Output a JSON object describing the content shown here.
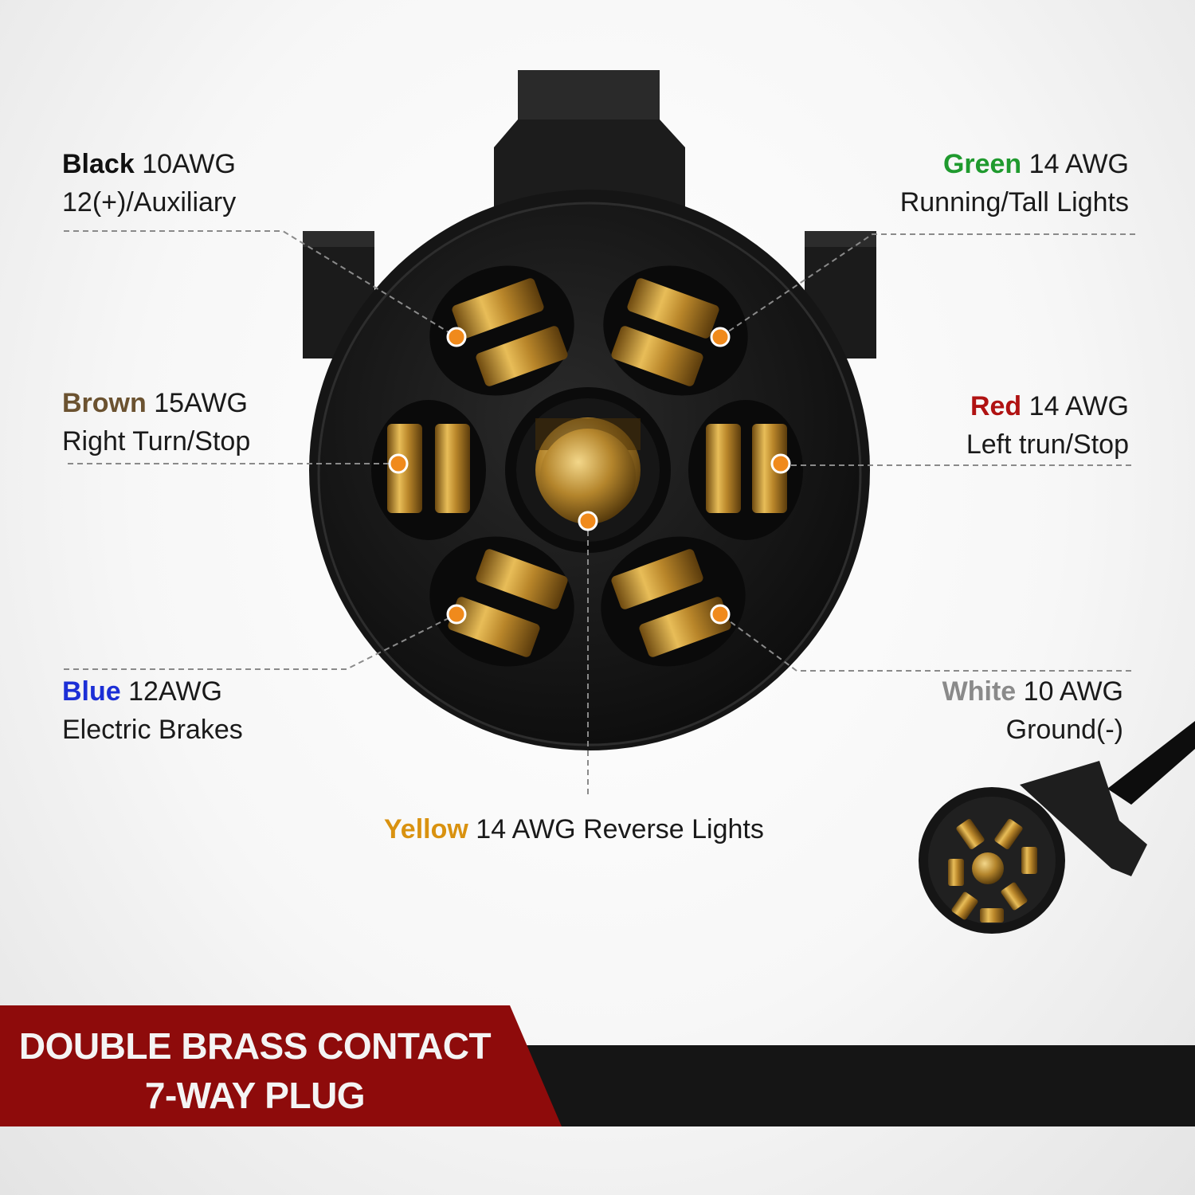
{
  "colors": {
    "black": "#111111",
    "green": "#1f9a2e",
    "brown": "#6b5230",
    "red": "#b01212",
    "blue": "#1c2fd6",
    "white": "#8a8a8a",
    "yellow": "#d99210",
    "banner_red": "#8e0b0b",
    "banner_dark": "#151515",
    "brass": "#c9962f",
    "marker": "#f08a1c"
  },
  "pins": [
    {
      "color_word": "Black",
      "gauge": "10AWG",
      "function": "12(+)/Auxiliary"
    },
    {
      "color_word": "Green",
      "gauge": "14 AWG",
      "function": "Running/Tall Lights"
    },
    {
      "color_word": "Brown",
      "gauge": "15AWG",
      "function": "Right Turn/Stop"
    },
    {
      "color_word": "Red",
      "gauge": "14 AWG",
      "function": "Left trun/Stop"
    },
    {
      "color_word": "Blue",
      "gauge": "12AWG",
      "function": "Electric Brakes"
    },
    {
      "color_word": "White",
      "gauge": "10 AWG",
      "function": "Ground(-)"
    },
    {
      "color_word": "Yellow",
      "gauge": "14 AWG",
      "function": "Reverse Lights"
    }
  ],
  "banner": {
    "line1": "DOUBLE BRASS CONTACT",
    "line2": "7-WAY PLUG"
  },
  "icons": {
    "plug_face": "seven-way-plug-face-icon",
    "plug_thumbnail": "seven-way-plug-with-cable-icon"
  }
}
